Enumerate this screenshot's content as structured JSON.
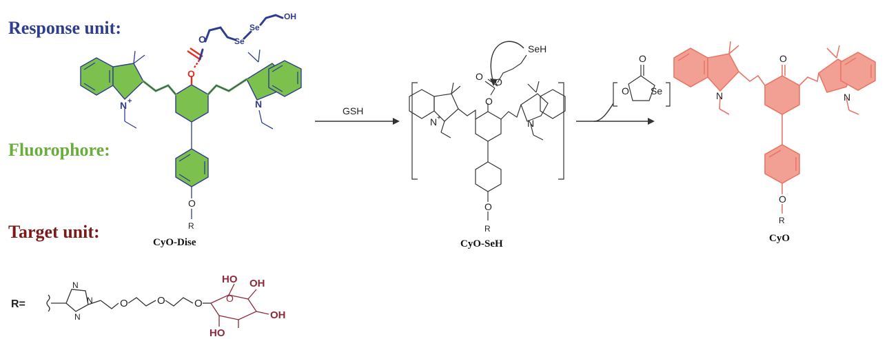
{
  "labels": {
    "response": "Response unit:",
    "fluorophore": "Fluorophore:",
    "target": "Target unit:"
  },
  "compounds": {
    "c1": "CyO-Dise",
    "c2": "CyO-SeH",
    "c3": "CyO"
  },
  "reagents": {
    "gsh": "GSH",
    "byproduct_o": "O",
    "byproduct_se": "Se"
  },
  "atoms": {
    "n_plus": "N",
    "plus": "+",
    "n": "N",
    "o": "O",
    "se": "Se",
    "oh": "OH",
    "seh": "SeH",
    "r": "R",
    "ho": "HO",
    "r_eq": "R="
  },
  "colors": {
    "response": "#2f3d8f",
    "fluorophore": "#6aad3c",
    "target": "#7a1a1a",
    "green_fill": "#7cc04e",
    "red_fill": "#f3a094",
    "red_line": "#e87766",
    "sugar": "#8b2a3a",
    "carbonyl_red": "#e03020"
  }
}
